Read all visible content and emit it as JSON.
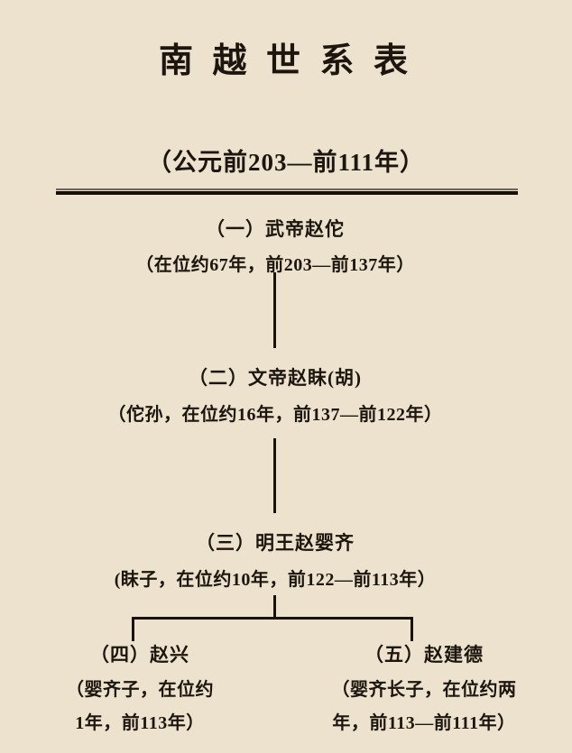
{
  "colors": {
    "background": "#ece2cd",
    "text": "#1d160e",
    "line": "#191209"
  },
  "header": {
    "title": "南 越 世 系 表",
    "subtitle": "（公元前203—前111年）"
  },
  "tree": {
    "generations": [
      {
        "name": "（一）武帝赵佗",
        "detail": "（在位约67年，前203—前137年）"
      },
      {
        "name": "（二）文帝赵眜(胡)",
        "detail": "（佗孙，在位约16年，前137—前122年）"
      },
      {
        "name": "（三）明王赵婴齐",
        "detail": "(眜子，在位约10年，前122—前113年）"
      },
      {
        "name": "（四）赵兴",
        "detail_line1": "（婴齐子，在位约",
        "detail_line2": "1年，前113年）"
      },
      {
        "name": "（五）赵建德",
        "detail_line1": "（婴齐长子，在位约两",
        "detail_line2": "年，前113—前111年）"
      }
    ]
  }
}
